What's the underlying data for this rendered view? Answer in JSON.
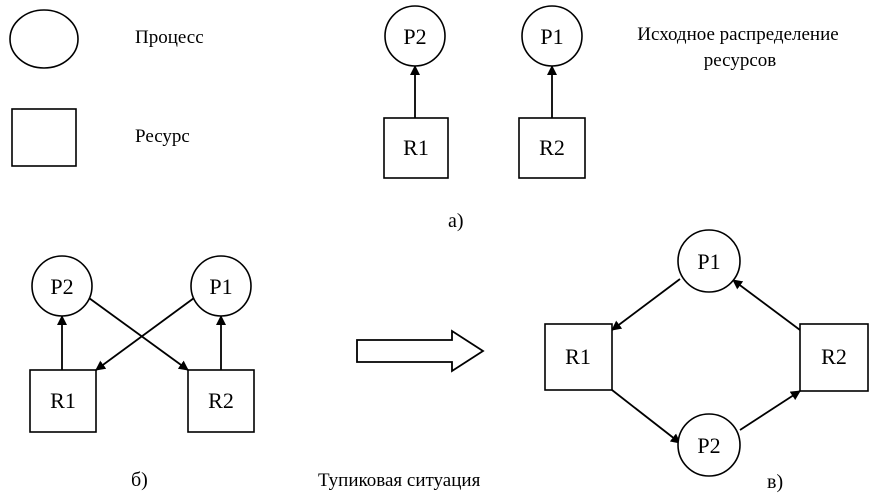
{
  "legend": {
    "process_label": "Процесс",
    "resource_label": "Ресурс"
  },
  "section_a": {
    "caption": "а)",
    "description_line1": "Исходное распределение",
    "description_line2": "ресурсов",
    "nodes": {
      "p2": "P2",
      "p1": "P1",
      "r1": "R1",
      "r2": "R2"
    }
  },
  "section_b": {
    "caption": "б)",
    "nodes": {
      "p2": "P2",
      "p1": "P1",
      "r1": "R1",
      "r2": "R2"
    }
  },
  "deadlock_label": "Тупиковая ситуация",
  "section_v": {
    "caption": "в)",
    "nodes": {
      "p1": "P1",
      "r1": "R1",
      "r2": "R2",
      "p2": "P2"
    }
  }
}
